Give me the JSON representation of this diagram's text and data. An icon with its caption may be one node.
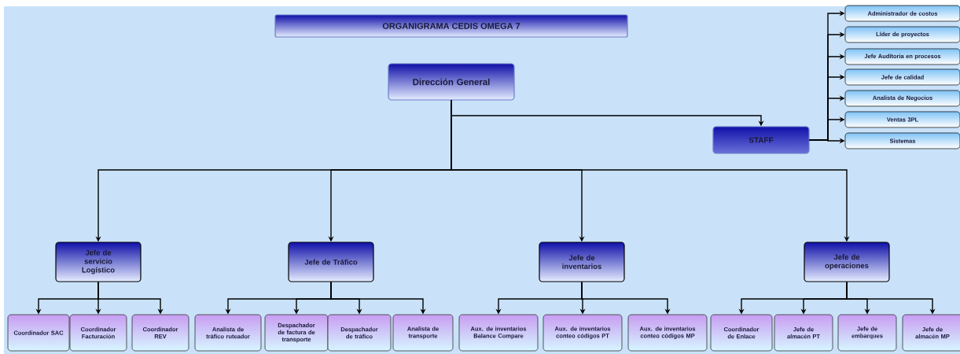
{
  "diagram": {
    "title": "ORGANIGRAMA CEDIS OMEGA 7",
    "nodes": [
      {
        "text": [
          "Dirección General"
        ]
      },
      {
        "text": [
          "STAFF"
        ]
      },
      {
        "text": [
          "Administrador de costos"
        ]
      },
      {
        "text": [
          "Líder de proyectos"
        ]
      },
      {
        "text": [
          "Jefe Audítoria en procesos"
        ]
      },
      {
        "text": [
          "Jefe de calidad"
        ]
      },
      {
        "text": [
          "Analista de Negocios"
        ]
      },
      {
        "text": [
          "Ventas 3PL"
        ]
      },
      {
        "text": [
          "Sistemas"
        ]
      },
      {
        "text": [
          "Jefe de servicio Logístico"
        ]
      },
      {
        "text": [
          "Jefe de Tráfico"
        ]
      },
      {
        "text": [
          "Jefe de inventarios"
        ]
      },
      {
        "text": [
          "Jefe de operaciones"
        ]
      },
      {
        "text": [
          "Coordinador SAC"
        ]
      },
      {
        "text": [
          "Coordinador Facturación"
        ]
      },
      {
        "text": [
          "Coordinador REV"
        ]
      },
      {
        "text": [
          "Analista de tráfico ruteador"
        ]
      },
      {
        "text": [
          "Despachador de factura de transporte"
        ]
      },
      {
        "text": [
          "Despachador de tráfico"
        ]
      },
      {
        "text": [
          "Analista de transporte"
        ]
      },
      {
        "text": [
          "Aux. de inventarios Balance Compare"
        ]
      },
      {
        "text": [
          "Aux. de inventarios conteo códigos PT"
        ]
      },
      {
        "text": [
          "Aux. de inventarios conteo códigos MP"
        ]
      },
      {
        "text": [
          "Coordinador de Enlace"
        ]
      },
      {
        "text": [
          "Jefe de almacén PT"
        ]
      },
      {
        "text": [
          "Jefe de embarques"
        ]
      },
      {
        "text": [
          "Jefe de almacén MP"
        ]
      }
    ],
    "edges": [
      {
        "from": 0,
        "to": 1,
        "arrow": "to"
      },
      {
        "from": 1,
        "to": 2,
        "arrow": "to"
      },
      {
        "from": 1,
        "to": 3,
        "arrow": "to"
      },
      {
        "from": 1,
        "to": 4,
        "arrow": "to"
      },
      {
        "from": 1,
        "to": 5,
        "arrow": "to"
      },
      {
        "from": 1,
        "to": 6,
        "arrow": "to"
      },
      {
        "from": 1,
        "to": 7,
        "arrow": "to"
      },
      {
        "from": 1,
        "to": 8,
        "arrow": "to"
      },
      {
        "from": 0,
        "to": 9,
        "arrow": "to"
      },
      {
        "from": 0,
        "to": 10,
        "arrow": "to"
      },
      {
        "from": 0,
        "to": 11,
        "arrow": "to"
      },
      {
        "from": 0,
        "to": 12,
        "arrow": "to"
      },
      {
        "from": 9,
        "to": 13,
        "arrow": "to"
      },
      {
        "from": 9,
        "to": 14,
        "arrow": "to"
      },
      {
        "from": 9,
        "to": 15,
        "arrow": "to"
      },
      {
        "from": 10,
        "to": 16,
        "arrow": "to"
      },
      {
        "from": 10,
        "to": 17,
        "arrow": "to"
      },
      {
        "from": 10,
        "to": 18,
        "arrow": "to"
      },
      {
        "from": 10,
        "to": 19,
        "arrow": "to"
      },
      {
        "from": 11,
        "to": 20,
        "arrow": "to"
      },
      {
        "from": 11,
        "to": 21,
        "arrow": "to"
      },
      {
        "from": 11,
        "to": 22,
        "arrow": "to"
      },
      {
        "from": 12,
        "to": 23,
        "arrow": "to"
      },
      {
        "from": 12,
        "to": 24,
        "arrow": "to"
      },
      {
        "from": 12,
        "to": 25,
        "arrow": "to"
      },
      {
        "from": 12,
        "to": 26,
        "arrow": "to"
      }
    ]
  }
}
